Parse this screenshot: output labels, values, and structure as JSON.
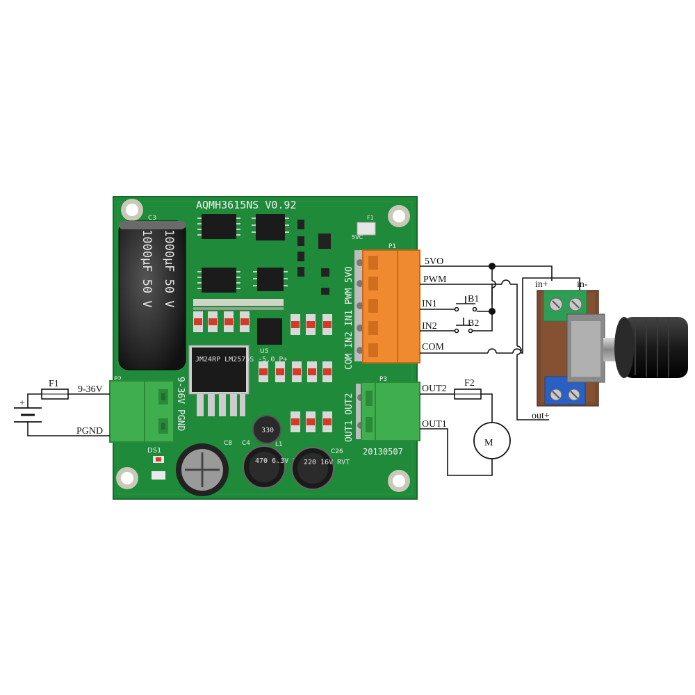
{
  "board": {
    "model": "AQMH3615NS V0.92",
    "date_code": "20130507",
    "power_silk": "9-36V PGND",
    "top_silk": "COM IN2 IN1 PWM 5VO",
    "out_silk": "OUT1 OUT2"
  },
  "components": {
    "big_cap": "1000µF 50 V",
    "regulator": "JM24RP LM2575S -5.0 P+",
    "inductor": "330",
    "cap_c4": "470 6.3V VS",
    "cap_c26": "220 16V RVT",
    "ref_p1": "P1",
    "ref_p2": "P2",
    "ref_p3": "P3",
    "ref_ds1": "DS1",
    "ref_c4": "C4",
    "ref_c8": "C8",
    "ref_c26": "C26",
    "ref_l1": "L1",
    "ref_u5": "U5",
    "ref_f1": "F1",
    "ref_c3": "C3",
    "ref_5vc": "5VC"
  },
  "wiring": {
    "fuse1": "F1",
    "fuse2": "F2",
    "supply_positive": "9-36V",
    "supply_ground": "PGND",
    "pin_5vo": "5VO",
    "pin_pwm": "PWM",
    "pin_in1": "IN1",
    "pin_in2": "IN2",
    "pin_com": "COM",
    "button1": "B1",
    "button2": "B2",
    "out2": "OUT2",
    "out1": "OUT1",
    "motor": "M",
    "pot_in_plus": "in+",
    "pot_in_minus": "in-",
    "pot_out_plus": "out+",
    "battery_plus": "+"
  },
  "colors": {
    "pcb": "#1f8a3a",
    "terminal_green": "#3fae4f",
    "terminal_orange": "#f08a30",
    "wire": "#111111"
  }
}
